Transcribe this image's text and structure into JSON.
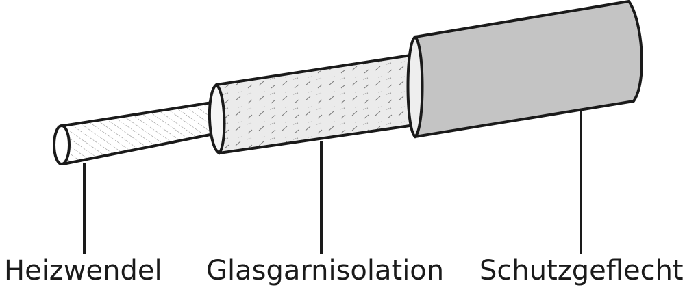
{
  "labels": {
    "heating_coil": "Heizwendel",
    "glass_yarn_insulation": "Glasgarnisolation",
    "protective_braid": "Schutzgeflecht"
  },
  "colors": {
    "outline": "#1a1a1a",
    "background": "#ffffff",
    "insulation_fill": "#ebebeb",
    "braid_fill": "#c4c4c4",
    "hatch": "#8a8a8a"
  }
}
